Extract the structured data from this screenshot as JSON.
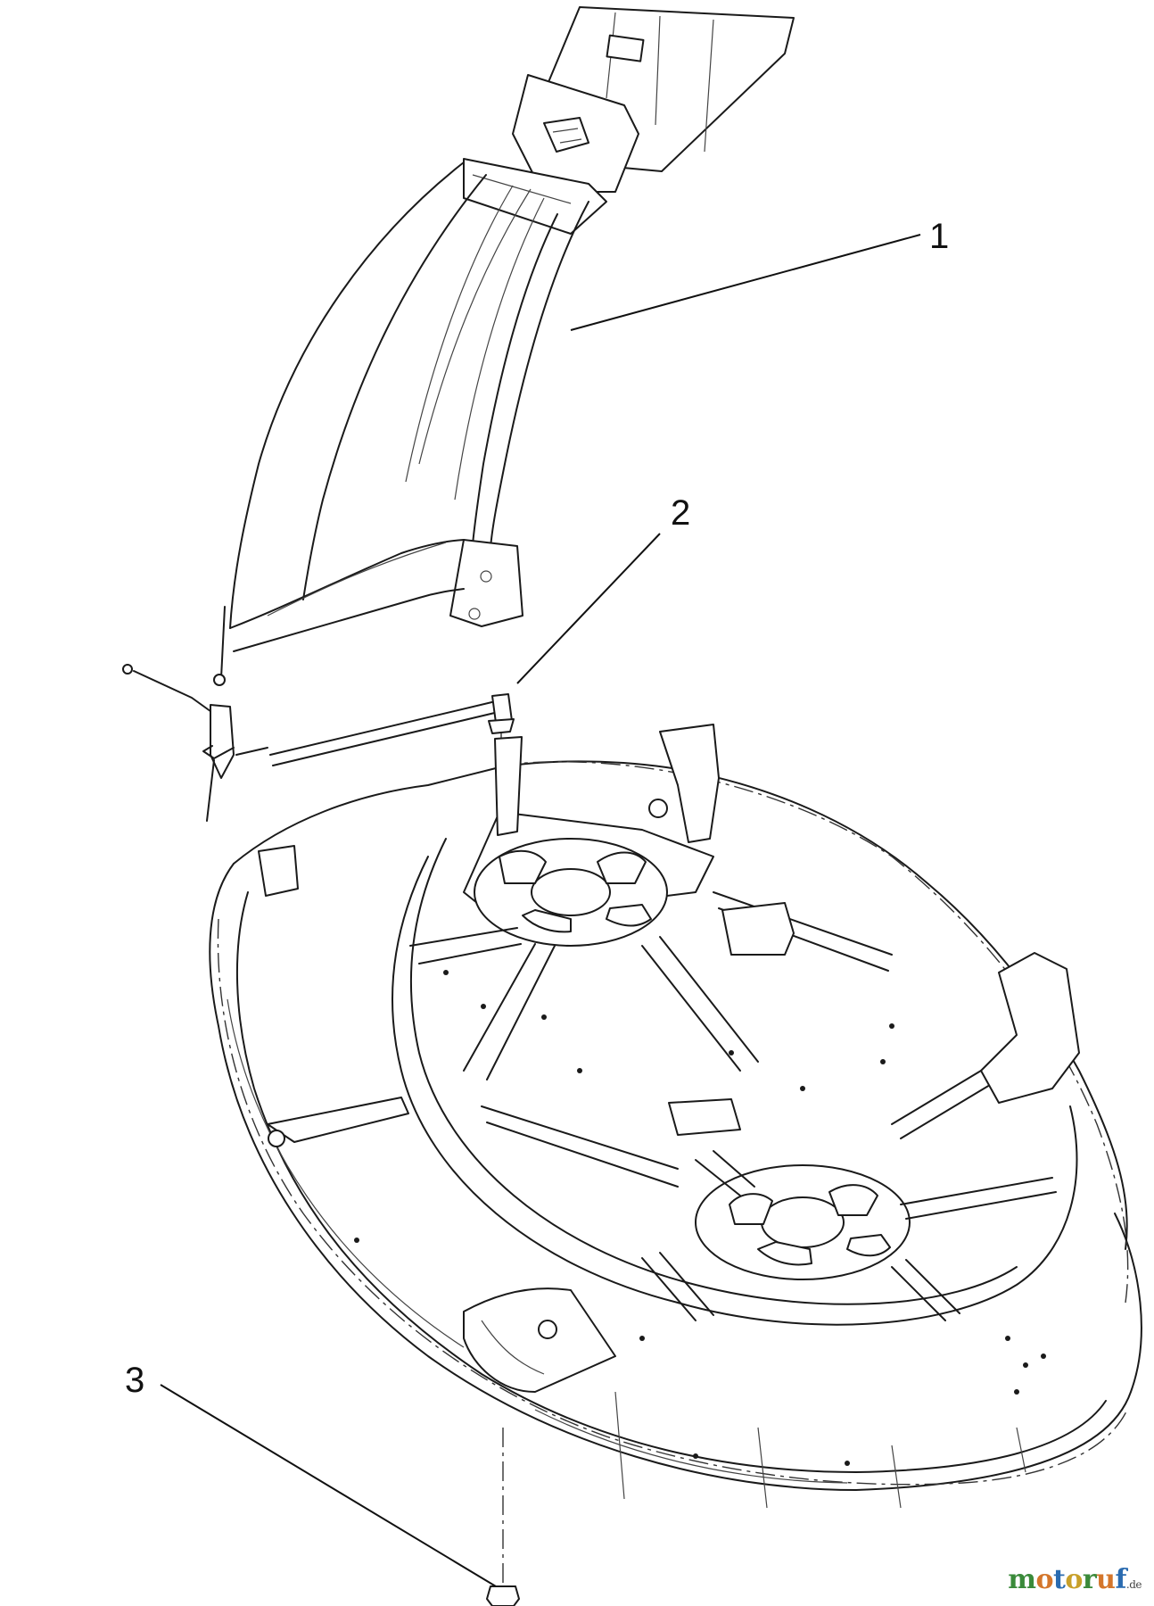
{
  "callouts": [
    {
      "label": "1",
      "part": "discharge chute"
    },
    {
      "label": "2",
      "part": "pivot rod"
    },
    {
      "label": "3",
      "part": "nut"
    }
  ],
  "watermark": {
    "letters": [
      "m",
      "o",
      "t",
      "o",
      "r",
      "u",
      "f"
    ],
    "colors": [
      "#3a8a3a",
      "#d4762b",
      "#2a6bb0",
      "#c8a02a",
      "#3a8a3a",
      "#d4762b",
      "#2a6bb0"
    ],
    "suffix": ".de"
  }
}
